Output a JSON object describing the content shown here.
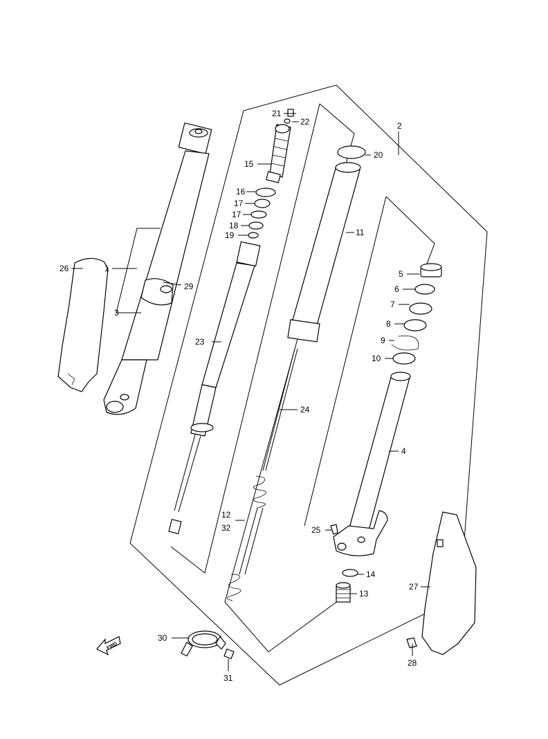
{
  "diagram": {
    "callouts": [
      "1",
      "2",
      "3",
      "4",
      "5",
      "6",
      "7",
      "8",
      "9",
      "10",
      "11",
      "12",
      "13",
      "14",
      "15",
      "16",
      "17",
      "17",
      "18",
      "19",
      "20",
      "21",
      "22",
      "23",
      "24",
      "25",
      "26",
      "27",
      "28",
      "29",
      "30",
      "31",
      "32"
    ],
    "fwd_label": "FWD"
  }
}
